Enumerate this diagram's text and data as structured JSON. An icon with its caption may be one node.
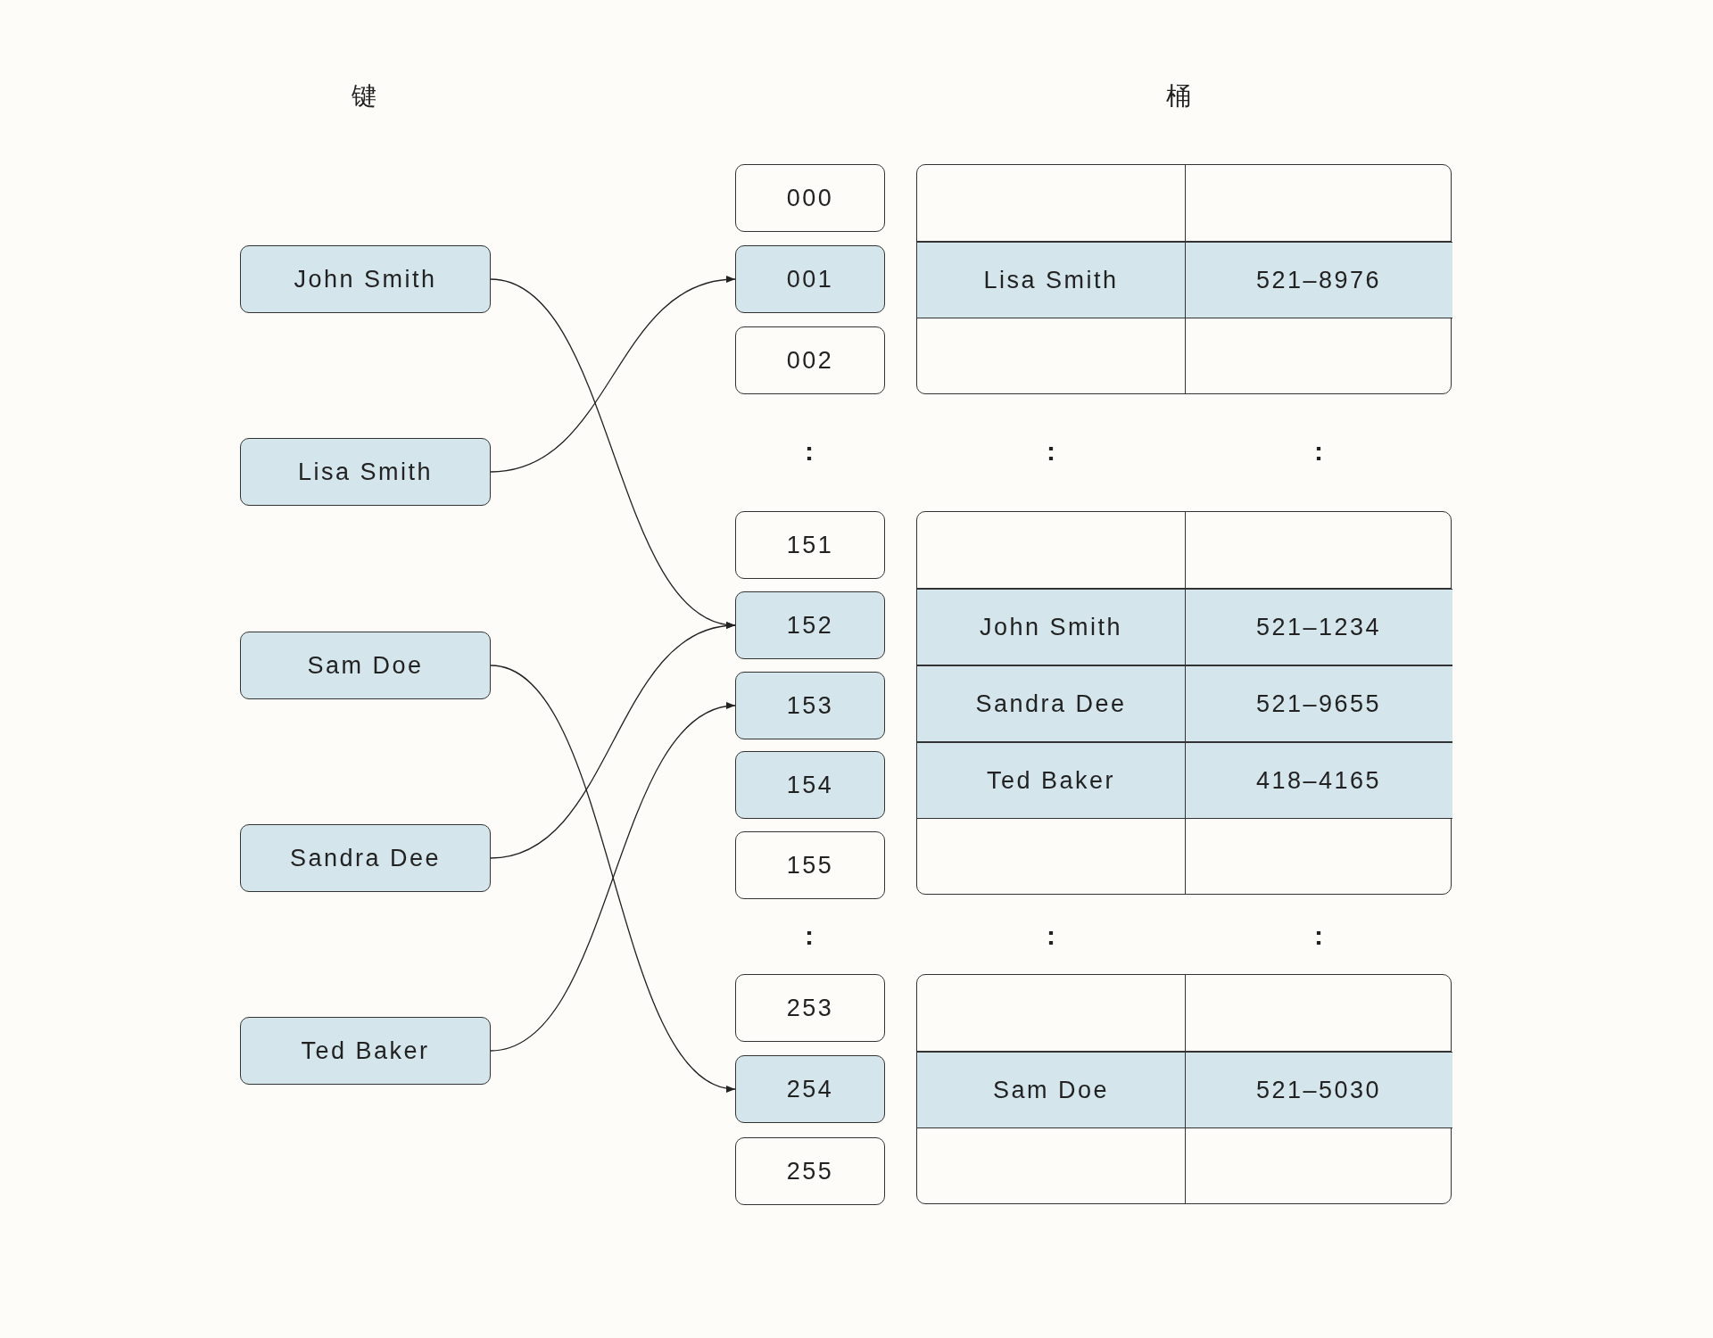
{
  "diagram": {
    "nodes": [
      {
        "text": [
          "John Smith"
        ]
      },
      {
        "text": [
          "Lisa Smith"
        ]
      },
      {
        "text": [
          "Sam Doe"
        ]
      },
      {
        "text": [
          "Sandra Dee"
        ]
      },
      {
        "text": [
          "Ted Baker"
        ]
      },
      {
        "text": [
          "000"
        ]
      },
      {
        "text": [
          "001"
        ]
      },
      {
        "text": [
          "002"
        ]
      },
      {
        "text": [
          "151"
        ]
      },
      {
        "text": [
          "152"
        ]
      },
      {
        "text": [
          "153"
        ]
      },
      {
        "text": [
          "154"
        ]
      },
      {
        "text": [
          "155"
        ]
      },
      {
        "text": [
          "253"
        ]
      },
      {
        "text": [
          "254"
        ]
      },
      {
        "text": [
          "255"
        ]
      },
      {
        "text": [],
        "shape": "box"
      },
      {
        "text": [
          "Lisa Smith",
          "521–8976"
        ],
        "in": 16
      },
      {
        "text": [],
        "shape": "box"
      },
      {
        "text": [
          "John Smith",
          "521–1234"
        ],
        "in": 18
      },
      {
        "text": [
          "Sandra Dee",
          "521–9655"
        ],
        "in": 18
      },
      {
        "text": [
          "Ted Baker",
          "418–4165"
        ],
        "in": 18
      },
      {
        "text": [],
        "shape": "box"
      },
      {
        "text": [
          "Sam Doe",
          "521–5030"
        ],
        "in": 22
      }
    ],
    "edges": [
      {
        "from": 0,
        "to": 9,
        "arrow": "to"
      },
      {
        "from": 1,
        "to": 6,
        "arrow": "to"
      },
      {
        "from": 2,
        "to": 14,
        "arrow": "to"
      },
      {
        "from": 3,
        "to": 9,
        "arrow": "to"
      },
      {
        "from": 4,
        "to": 10,
        "arrow": "to"
      }
    ],
    "labels": [
      "键",
      "桶",
      ":",
      ":",
      ":",
      ":",
      ":",
      ":"
    ]
  }
}
